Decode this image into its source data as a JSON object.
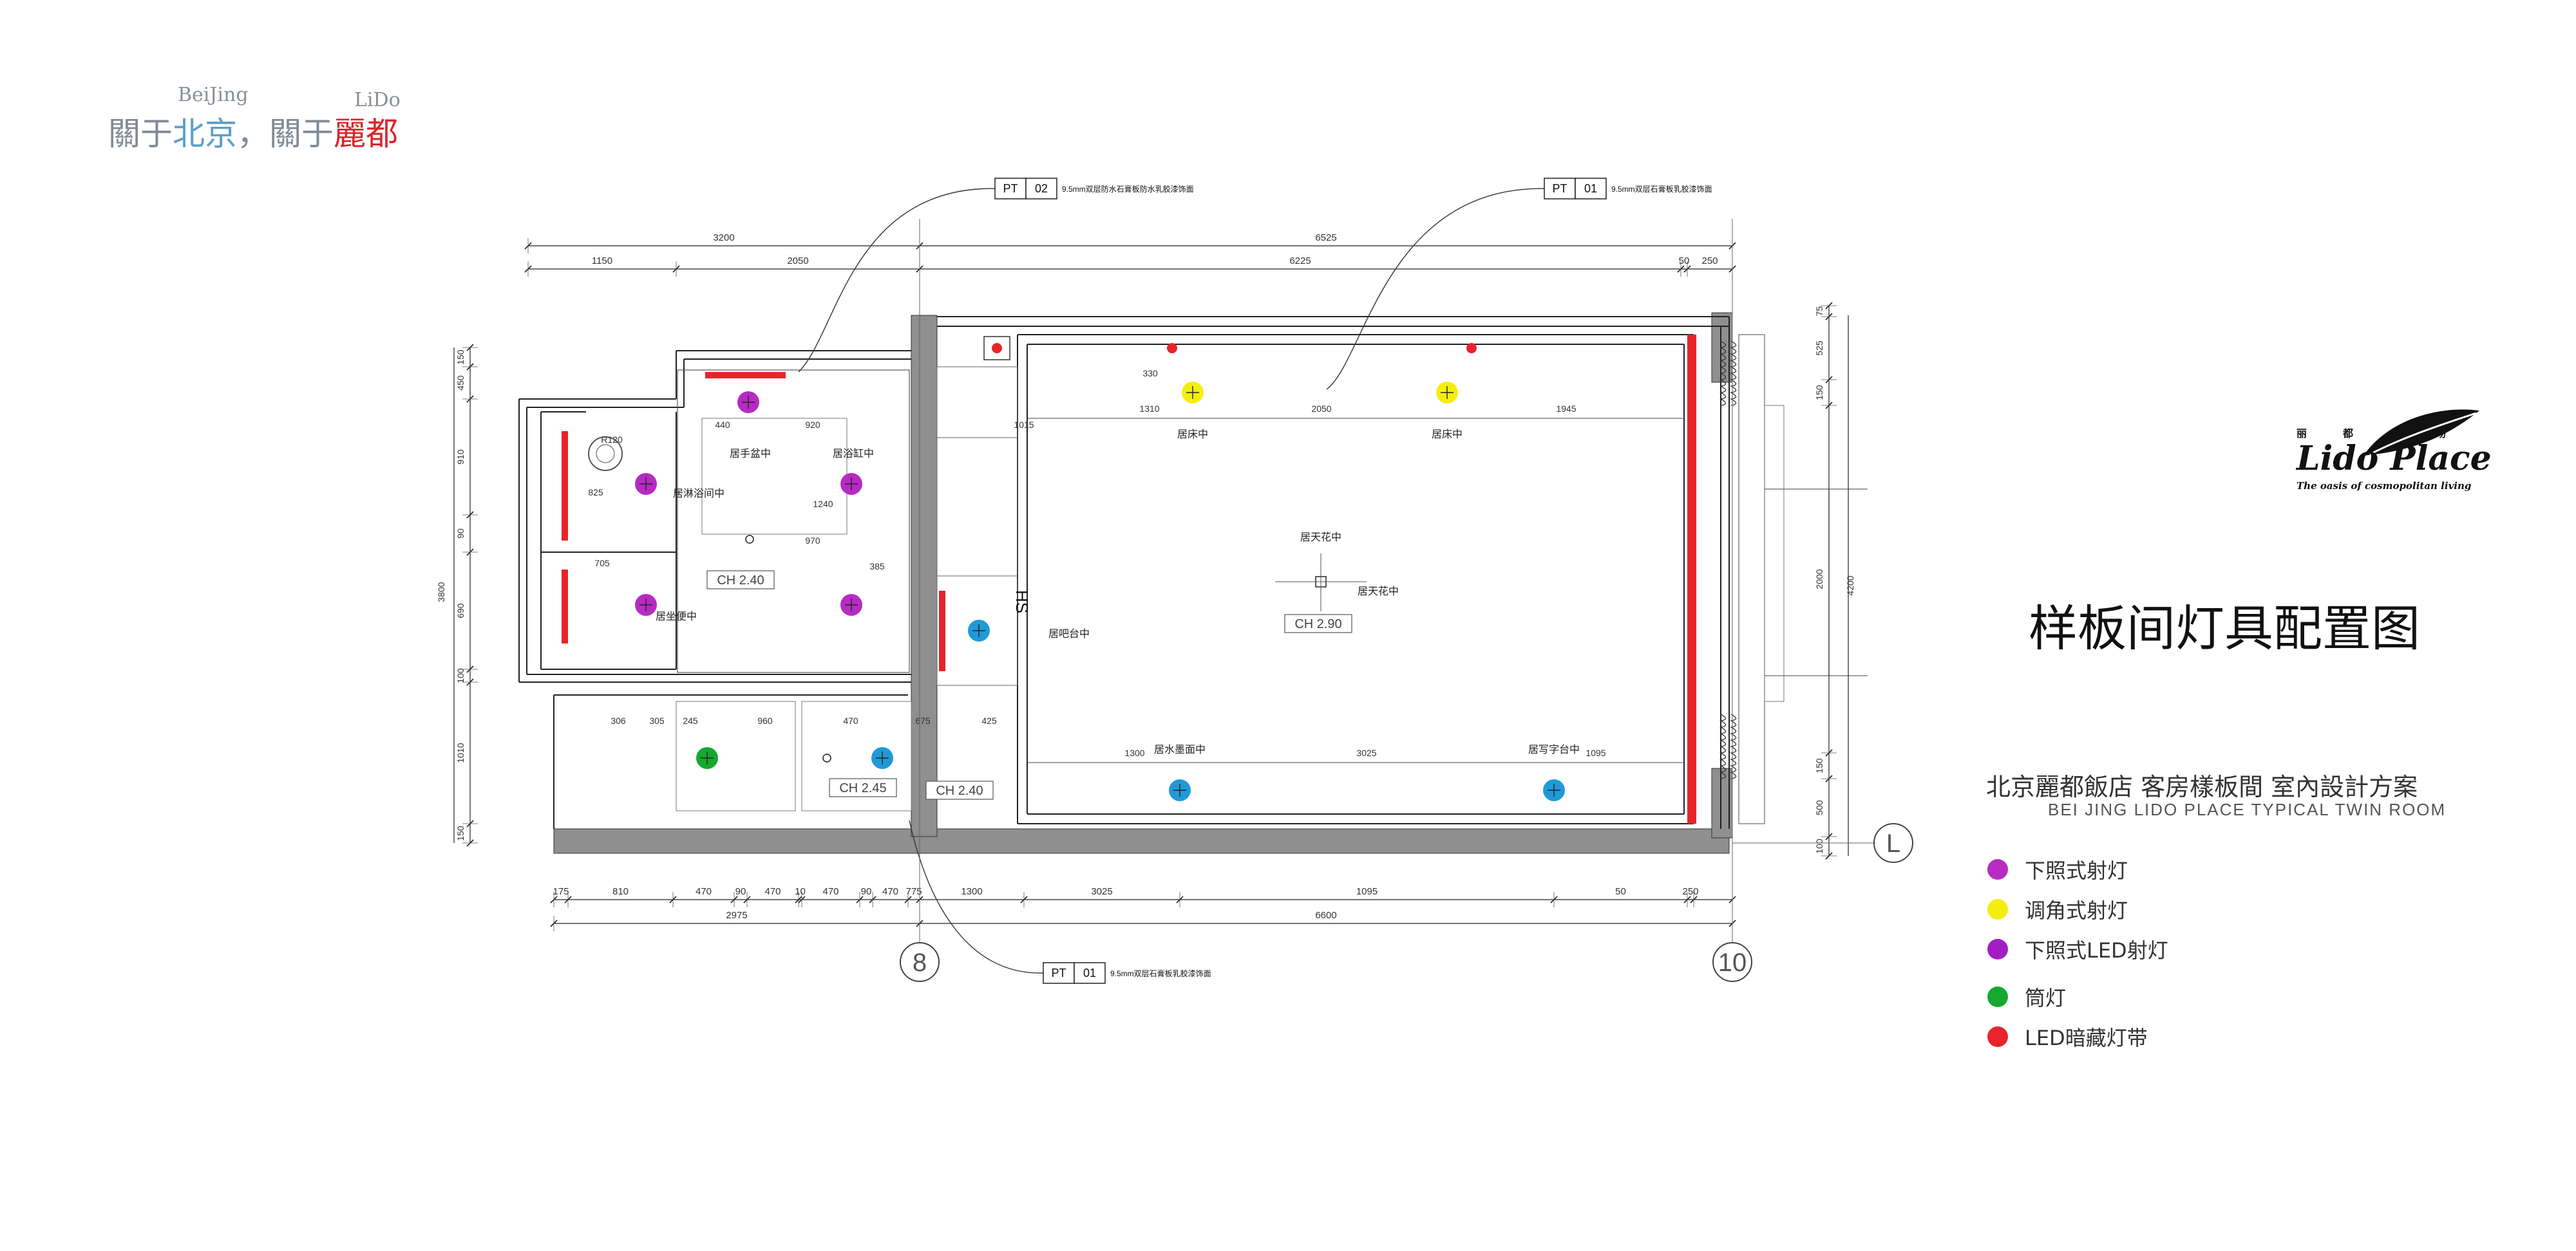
{
  "branding": {
    "beijing_en": "BeiJing",
    "lido_en": "LiDo",
    "prefix1": "關于",
    "beijing_cn": "北京",
    "sep": "，",
    "prefix2": "關于",
    "lido_cn": "麗都"
  },
  "logo": {
    "cn": "丽都广场",
    "en": "Lido Place",
    "tagline": "The oasis of cosmopolitan living"
  },
  "title": "样板间灯具配置图",
  "subtitle_cn": "北京麗都飯店 客房樣板間 室內設計方案",
  "subtitle_en": "BEI JING LIDO PLACE TYPICAL TWIN ROOM",
  "legend": [
    {
      "label": "下照式射灯",
      "color": "#b62bc2"
    },
    {
      "label": "调角式射灯",
      "color": "#f4ee10"
    },
    {
      "label": "下照式LED射灯",
      "color": "#a21ec4"
    },
    {
      "label": "筒灯",
      "color": "#16a82f"
    },
    {
      "label": "LED暗藏灯带",
      "color": "#e8242b"
    }
  ],
  "plan": {
    "dims_top_outer": [
      "3200",
      "6525"
    ],
    "dims_top_inner": [
      "1150",
      "2050",
      "6225",
      "50",
      "250"
    ],
    "dims_bottom_inner": [
      "175",
      "810",
      "470",
      "90",
      "470",
      "10",
      "470",
      "90",
      "470",
      "775",
      "1300",
      "3025",
      "1095",
      "50",
      "250"
    ],
    "dims_bottom_outer": [
      "2975",
      "6600"
    ],
    "dims_left": [
      "150",
      "450",
      "910",
      "90",
      "690",
      "100",
      "1010",
      "150"
    ],
    "dim_left_total": "3800",
    "dims_right": [
      "75",
      "525",
      "150",
      "2000",
      "150",
      "500",
      "100"
    ],
    "dim_right_total": "4200",
    "interior_dims": [
      "1310",
      "2050",
      "1945",
      "1300",
      "3025",
      "1095",
      "440",
      "825",
      "705",
      "1240",
      "920",
      "970",
      "385",
      "306",
      "305",
      "245",
      "960",
      "470",
      "675",
      "425",
      "330",
      "1015",
      "R120"
    ],
    "pt_tags": [
      {
        "code": "PT",
        "num": "02",
        "note": "9.5mm双层防水石膏板防水乳胶漆饰面"
      },
      {
        "code": "PT",
        "num": "01",
        "note": "9.5mm双层石膏板乳胶漆饰面"
      },
      {
        "code": "PT",
        "num": "01",
        "note": "9.5mm双层石膏板乳胶漆饰面"
      }
    ],
    "ceiling_heights": [
      "CH 2.40",
      "CH 2.45",
      "CH 2.40",
      "CH 2.90"
    ],
    "fixture_labels": [
      "居手盆中",
      "居浴缸中",
      "居淋浴间中",
      "居坐便中",
      "居床中",
      "居床中",
      "居天花中",
      "居天花中",
      "居吧台中",
      "居水墨面中",
      "居写字台中"
    ],
    "hs_label": "HS",
    "grid_left": "8",
    "grid_right": "10",
    "grid_side": "L"
  }
}
